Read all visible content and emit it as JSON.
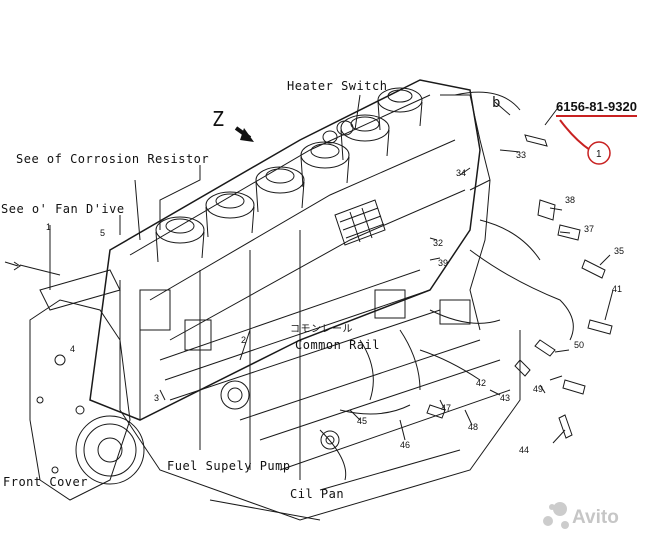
{
  "labels": {
    "heater_switch": "Heater Switch",
    "view_z": "Z",
    "view_b": "b",
    "corrosion_resistor": "See of Corrosion Resistor",
    "fan_drive": "See o' Fan D'ive",
    "common_rail_jp": "コモンレール",
    "common_rail": "Common Rail",
    "fuel_supply_pump": "Fuel Supely Pump",
    "front_cover": "Front Cover",
    "oil_pan": "Cil Pan"
  },
  "part_number": "6156-81-9320",
  "highlight_callout": "1",
  "callouts": [
    "33",
    "34",
    "38",
    "37",
    "35",
    "41",
    "50",
    "49",
    "42",
    "43",
    "44",
    "47",
    "48",
    "46",
    "45",
    "39",
    "32",
    "5",
    "4",
    "3",
    "2",
    "1"
  ],
  "watermark": "Avito",
  "colors": {
    "highlight": "#c82121",
    "line": "#1a1a1a",
    "watermark": "#bdbdbd"
  }
}
